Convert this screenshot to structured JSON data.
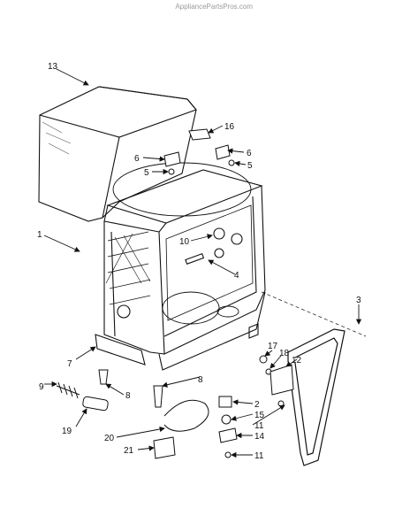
{
  "watermark": "AppliancePartsPros.com",
  "callouts": [
    {
      "id": "13",
      "label": "13"
    },
    {
      "id": "16",
      "label": "16"
    },
    {
      "id": "6a",
      "label": "6"
    },
    {
      "id": "6b",
      "label": "6"
    },
    {
      "id": "5a",
      "label": "5"
    },
    {
      "id": "5b",
      "label": "5"
    },
    {
      "id": "1",
      "label": "1"
    },
    {
      "id": "10",
      "label": "10"
    },
    {
      "id": "4",
      "label": "4"
    },
    {
      "id": "3",
      "label": "3"
    },
    {
      "id": "7",
      "label": "7"
    },
    {
      "id": "17",
      "label": "17"
    },
    {
      "id": "18",
      "label": "18"
    },
    {
      "id": "12",
      "label": "12"
    },
    {
      "id": "8a",
      "label": "8"
    },
    {
      "id": "8b",
      "label": "8"
    },
    {
      "id": "9",
      "label": "9"
    },
    {
      "id": "2",
      "label": "2"
    },
    {
      "id": "15",
      "label": "15"
    },
    {
      "id": "11a",
      "label": "11"
    },
    {
      "id": "19",
      "label": "19"
    },
    {
      "id": "14",
      "label": "14"
    },
    {
      "id": "20",
      "label": "20"
    },
    {
      "id": "21",
      "label": "21"
    },
    {
      "id": "11b",
      "label": "11"
    }
  ]
}
